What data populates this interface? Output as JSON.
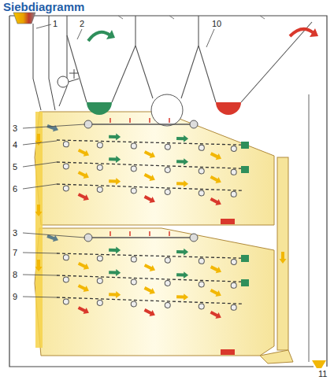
{
  "diagram": {
    "title": "Siebdiagramm",
    "labels": [
      "1",
      "2",
      "10",
      "3",
      "4",
      "5",
      "6",
      "3",
      "7",
      "8",
      "9",
      "11"
    ]
  }
}
